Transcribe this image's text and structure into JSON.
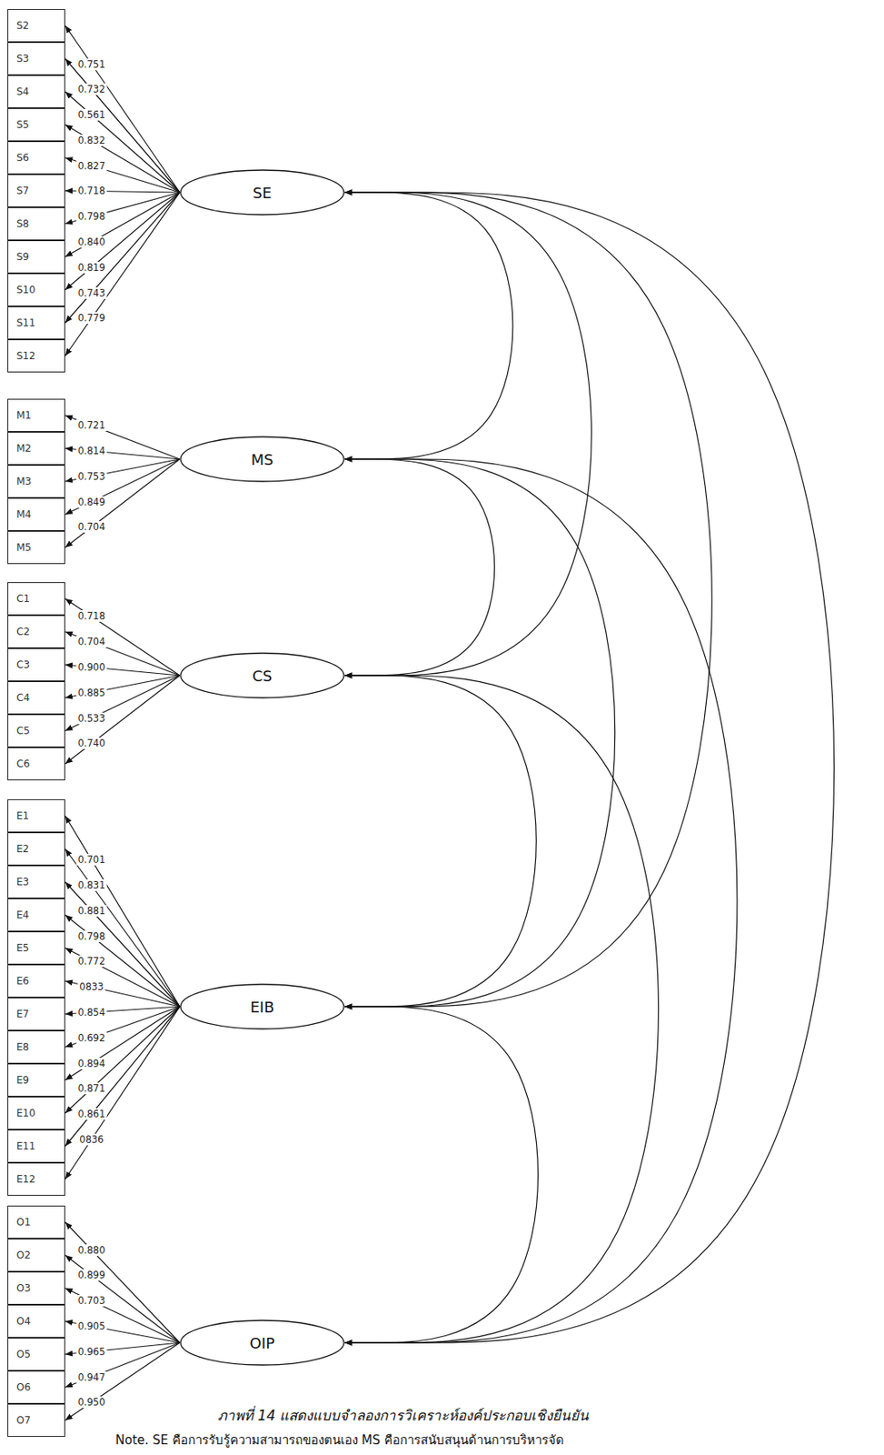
{
  "diagram": {
    "caption": "ภาพที่ 14 แสดงแบบจำลองการวิเคราะห์องค์ประกอบเชิงยืนยัน",
    "nodes": [
      {
        "text": [
          "S2"
        ]
      },
      {
        "text": [
          "S3"
        ]
      },
      {
        "text": [
          "S4"
        ]
      },
      {
        "text": [
          "S5"
        ]
      },
      {
        "text": [
          "S6"
        ]
      },
      {
        "text": [
          "S7"
        ]
      },
      {
        "text": [
          "S8"
        ]
      },
      {
        "text": [
          "S9"
        ]
      },
      {
        "text": [
          "S10"
        ]
      },
      {
        "text": [
          "S11"
        ]
      },
      {
        "text": [
          "S12"
        ]
      },
      {
        "text": [
          "SE"
        ]
      },
      {
        "text": [
          "M1"
        ]
      },
      {
        "text": [
          "M2"
        ]
      },
      {
        "text": [
          "M3"
        ]
      },
      {
        "text": [
          "M4"
        ]
      },
      {
        "text": [
          "M5"
        ]
      },
      {
        "text": [
          "MS"
        ]
      },
      {
        "text": [
          "C1"
        ]
      },
      {
        "text": [
          "C2"
        ]
      },
      {
        "text": [
          "C3"
        ]
      },
      {
        "text": [
          "C4"
        ]
      },
      {
        "text": [
          "C5"
        ]
      },
      {
        "text": [
          "C6"
        ]
      },
      {
        "text": [
          "CS"
        ]
      },
      {
        "text": [
          "E1"
        ]
      },
      {
        "text": [
          "E2"
        ]
      },
      {
        "text": [
          "E3"
        ]
      },
      {
        "text": [
          "E4"
        ]
      },
      {
        "text": [
          "E5"
        ]
      },
      {
        "text": [
          "E6"
        ]
      },
      {
        "text": [
          "E7"
        ]
      },
      {
        "text": [
          "E8"
        ]
      },
      {
        "text": [
          "E9"
        ]
      },
      {
        "text": [
          "E10"
        ]
      },
      {
        "text": [
          "E11"
        ]
      },
      {
        "text": [
          "E12"
        ]
      },
      {
        "text": [
          "EIB"
        ]
      },
      {
        "text": [
          "O1"
        ]
      },
      {
        "text": [
          "O2"
        ]
      },
      {
        "text": [
          "O3"
        ]
      },
      {
        "text": [
          "O4"
        ]
      },
      {
        "text": [
          "O5"
        ]
      },
      {
        "text": [
          "O6"
        ]
      },
      {
        "text": [
          "O7"
        ]
      },
      {
        "text": [
          "OIP"
        ]
      }
    ],
    "edges": [
      {
        "from": 11,
        "to": 0,
        "arrow": "to",
        "label": "0.751"
      },
      {
        "from": 11,
        "to": 1,
        "arrow": "to",
        "label": "0.732"
      },
      {
        "from": 11,
        "to": 2,
        "arrow": "to",
        "label": "0.561"
      },
      {
        "from": 11,
        "to": 3,
        "arrow": "to",
        "label": "0.832"
      },
      {
        "from": 11,
        "to": 4,
        "arrow": "to",
        "label": "0.827"
      },
      {
        "from": 11,
        "to": 5,
        "arrow": "to",
        "label": "0.718"
      },
      {
        "from": 11,
        "to": 6,
        "arrow": "to",
        "label": "0.798"
      },
      {
        "from": 11,
        "to": 7,
        "arrow": "to",
        "label": "0.840"
      },
      {
        "from": 11,
        "to": 8,
        "arrow": "to",
        "label": "0.819"
      },
      {
        "from": 11,
        "to": 9,
        "arrow": "to",
        "label": "0.743"
      },
      {
        "from": 11,
        "to": 10,
        "arrow": "to",
        "label": "0.779"
      },
      {
        "from": 17,
        "to": 12,
        "arrow": "to",
        "label": "0.721"
      },
      {
        "from": 17,
        "to": 13,
        "arrow": "to",
        "label": "0.814"
      },
      {
        "from": 17,
        "to": 14,
        "arrow": "to",
        "label": "0.753"
      },
      {
        "from": 17,
        "to": 15,
        "arrow": "to",
        "label": "0.849"
      },
      {
        "from": 17,
        "to": 16,
        "arrow": "to",
        "label": "0.704"
      },
      {
        "from": 24,
        "to": 18,
        "arrow": "to",
        "label": "0.718"
      },
      {
        "from": 24,
        "to": 19,
        "arrow": "to",
        "label": "0.704"
      },
      {
        "from": 24,
        "to": 20,
        "arrow": "to",
        "label": "0.900"
      },
      {
        "from": 24,
        "to": 21,
        "arrow": "to",
        "label": "0.885"
      },
      {
        "from": 24,
        "to": 22,
        "arrow": "to",
        "label": "0.533"
      },
      {
        "from": 24,
        "to": 23,
        "arrow": "to",
        "label": "0.740"
      },
      {
        "from": 37,
        "to": 25,
        "arrow": "to",
        "label": "0.701"
      },
      {
        "from": 37,
        "to": 26,
        "arrow": "to",
        "label": "0.831"
      },
      {
        "from": 37,
        "to": 27,
        "arrow": "to",
        "label": "0.881"
      },
      {
        "from": 37,
        "to": 28,
        "arrow": "to",
        "label": "0.798"
      },
      {
        "from": 37,
        "to": 29,
        "arrow": "to",
        "label": "0.772"
      },
      {
        "from": 37,
        "to": 30,
        "arrow": "to",
        "label": "0833"
      },
      {
        "from": 37,
        "to": 31,
        "arrow": "to",
        "label": "0.854"
      },
      {
        "from": 37,
        "to": 32,
        "arrow": "to",
        "label": "0.692"
      },
      {
        "from": 37,
        "to": 33,
        "arrow": "to",
        "label": "0.894"
      },
      {
        "from": 37,
        "to": 34,
        "arrow": "to",
        "label": "0.871"
      },
      {
        "from": 37,
        "to": 35,
        "arrow": "to",
        "label": "0.861"
      },
      {
        "from": 37,
        "to": 36,
        "arrow": "to",
        "label": "0836"
      },
      {
        "from": 45,
        "to": 38,
        "arrow": "to",
        "label": "0.880"
      },
      {
        "from": 45,
        "to": 39,
        "arrow": "to",
        "label": "0.899"
      },
      {
        "from": 45,
        "to": 40,
        "arrow": "to",
        "label": "0.703"
      },
      {
        "from": 45,
        "to": 41,
        "arrow": "to",
        "label": "0.905"
      },
      {
        "from": 45,
        "to": 42,
        "arrow": "to",
        "label": "0.965"
      },
      {
        "from": 45,
        "to": 43,
        "arrow": "to",
        "label": "0.947"
      },
      {
        "from": 45,
        "to": 44,
        "arrow": "to",
        "label": "0.950"
      },
      {
        "from": 11,
        "to": 17,
        "arrow": "both"
      },
      {
        "from": 11,
        "to": 24,
        "arrow": "both"
      },
      {
        "from": 11,
        "to": 37,
        "arrow": "both"
      },
      {
        "from": 11,
        "to": 45,
        "arrow": "both"
      },
      {
        "from": 17,
        "to": 24,
        "arrow": "both"
      },
      {
        "from": 17,
        "to": 37,
        "arrow": "both"
      },
      {
        "from": 17,
        "to": 45,
        "arrow": "both"
      },
      {
        "from": 24,
        "to": 37,
        "arrow": "both"
      },
      {
        "from": 24,
        "to": 45,
        "arrow": "both"
      },
      {
        "from": 37,
        "to": 45,
        "arrow": "both"
      }
    ],
    "labels": [
      "Note. SE คือการรับรู้ความสามารถของตนเอง MS คือการสนับสนุนด้านการบริหารจัด"
    ]
  }
}
